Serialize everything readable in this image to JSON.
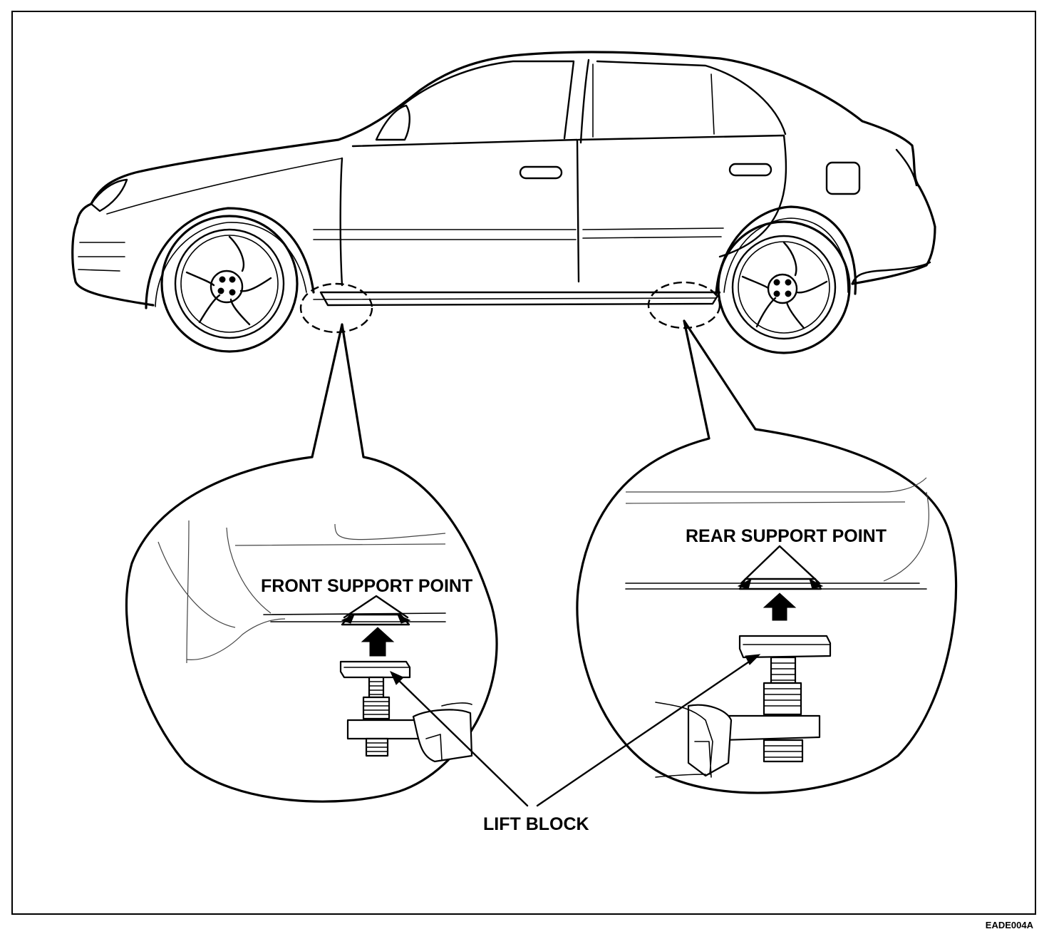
{
  "labels": {
    "front_support_point": "FRONT SUPPORT POINT",
    "rear_support_point": "REAR SUPPORT POINT",
    "lift_block": "LIFT BLOCK",
    "figure_code": "EADE004A"
  }
}
